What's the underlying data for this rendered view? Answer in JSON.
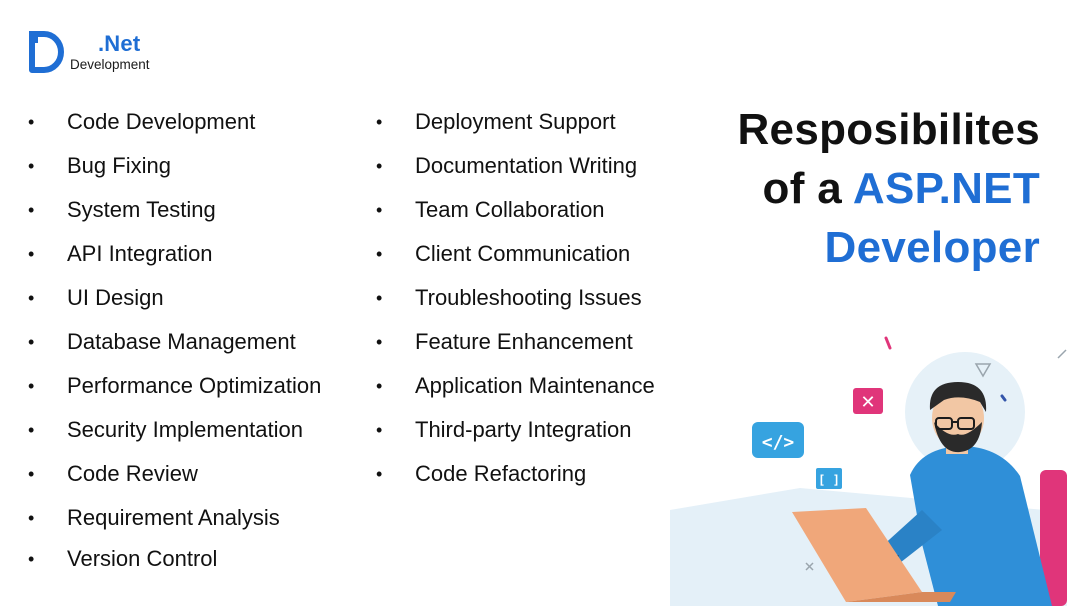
{
  "logo": {
    "brand": ".Net",
    "subtitle": "Development"
  },
  "title": {
    "line1": "Resposibilites",
    "line2_prefix": "of a ",
    "line2_accent": "ASP.NET",
    "line3": "Developer"
  },
  "left_list": [
    "Code Development",
    "Bug Fixing",
    "System Testing",
    "API Integration",
    "UI Design",
    "Database Management",
    "Performance Optimization",
    "Security Implementation",
    "Code Review",
    "Requirement Analysis",
    "Version Control"
  ],
  "right_list": [
    "Deployment Support",
    "Documentation Writing",
    "Team Collaboration",
    "Client Communication",
    "Troubleshooting Issues",
    "Feature Enhancement",
    "Application Maintenance",
    "Third-party Integration",
    "Code Refactoring"
  ],
  "bullet": "•",
  "illustration": {
    "code_tag": "</>",
    "brackets": "[ ]",
    "close_mark": "✕"
  },
  "colors": {
    "accent": "#1f6ed4",
    "shirt": "#2f8fd8",
    "laptop": "#f0a77a",
    "tag": "#e0357a"
  }
}
